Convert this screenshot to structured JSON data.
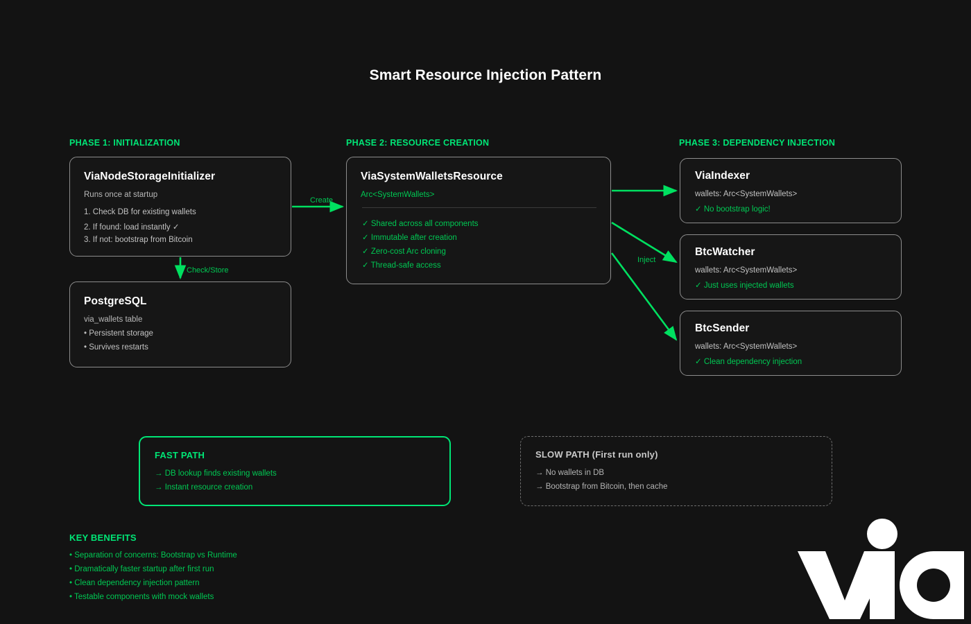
{
  "title": "Smart Resource Injection Pattern",
  "colors": {
    "background": "#131313",
    "accent_green": "#00e676",
    "body_green": "#00c853",
    "box_border": "#8d8d8d",
    "box_fill": "#161616",
    "title_white": "#ffffff",
    "body_grey": "#b9b9b9",
    "dashed_border": "#6e6e6e"
  },
  "phases": {
    "phase1": {
      "header": "PHASE 1: INITIALIZATION",
      "nodes": {
        "initializer": {
          "title": "ViaNodeStorageInitializer",
          "subtitle": "Runs once at startup",
          "steps": [
            "1. Check DB for existing wallets",
            "2. If found: load instantly ✓",
            "3. If not: bootstrap from Bitcoin"
          ]
        },
        "postgres": {
          "title": "PostgreSQL",
          "subtitle": "via_wallets table",
          "bullets": [
            "• Persistent storage",
            "• Survives restarts"
          ]
        }
      }
    },
    "phase2": {
      "header": "PHASE 2: RESOURCE CREATION",
      "nodes": {
        "resource": {
          "title": "ViaSystemWalletsResource",
          "type_signature": "Arc<SystemWallets>",
          "features": [
            "✓ Shared across all components",
            "✓ Immutable after creation",
            "✓ Zero-cost Arc cloning",
            "✓ Thread-safe access"
          ]
        }
      }
    },
    "phase3": {
      "header": "PHASE 3: DEPENDENCY INJECTION",
      "nodes": {
        "indexer": {
          "title": "ViaIndexer",
          "field": "wallets: Arc<SystemWallets>",
          "note": "✓ No bootstrap logic!"
        },
        "watcher": {
          "title": "BtcWatcher",
          "field": "wallets: Arc<SystemWallets>",
          "note": "✓ Just uses injected wallets"
        },
        "sender": {
          "title": "BtcSender",
          "field": "wallets: Arc<SystemWallets>",
          "note": "✓ Clean dependency injection"
        }
      }
    }
  },
  "edges": {
    "create": "Create",
    "check_store": "Check/Store",
    "inject": "Inject"
  },
  "fast_path": {
    "title": "FAST PATH",
    "lines": [
      "→ DB lookup finds existing wallets",
      "→ Instant resource creation"
    ]
  },
  "slow_path": {
    "title": "SLOW PATH (First run only)",
    "lines": [
      "→ No wallets in DB",
      "→ Bootstrap from Bitcoin, then cache"
    ]
  },
  "key_benefits": {
    "title": "KEY BENEFITS",
    "items": [
      "• Separation of concerns: Bootstrap vs Runtime",
      "• Dramatically faster startup after first run",
      "• Clean dependency injection pattern",
      "• Testable components with mock wallets"
    ]
  },
  "logo": {
    "name": "via",
    "alt": "via logo"
  }
}
